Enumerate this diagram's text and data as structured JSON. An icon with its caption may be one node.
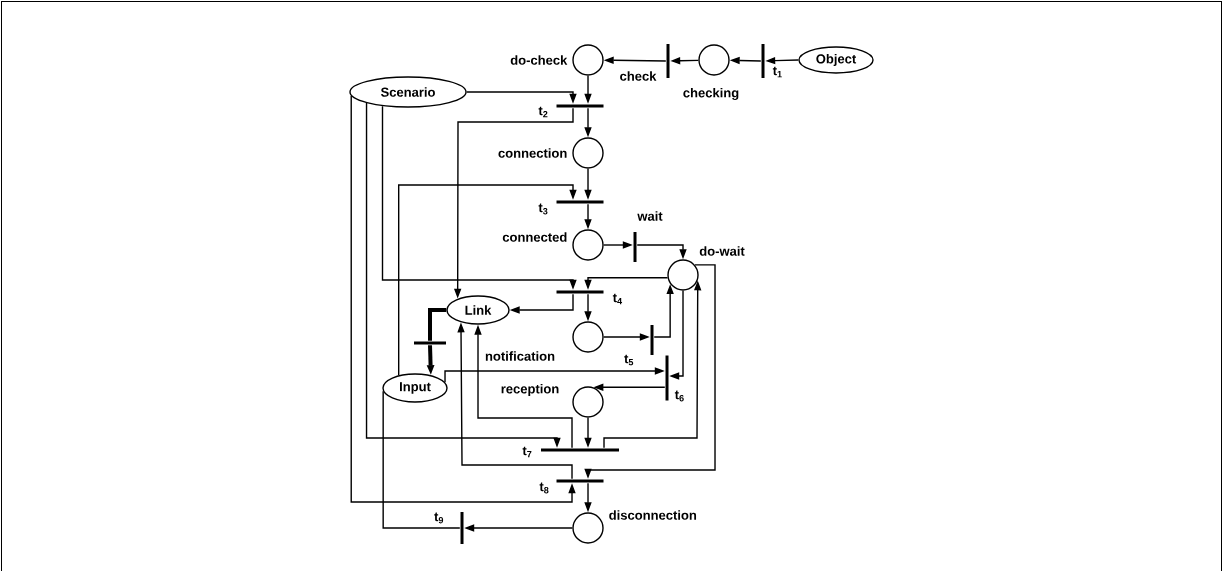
{
  "diagram": {
    "nodes": [
      {
        "text": [
          "Object"
        ]
      },
      {
        "text": [],
        "shape": "bar",
        "beside": [
          "t$_{1}$"
        ]
      },
      {
        "text": [],
        "shape": "circle",
        "beside": [
          "checking"
        ]
      },
      {
        "text": [],
        "shape": "bar",
        "beside": [
          "check"
        ]
      },
      {
        "text": [],
        "shape": "circle",
        "beside": [
          "do-check"
        ]
      },
      {
        "text": [
          "Scenario"
        ]
      },
      {
        "text": [],
        "shape": "bar",
        "beside": [
          "t$_{2}$"
        ]
      },
      {
        "text": [],
        "shape": "circle",
        "beside": [
          "connection"
        ]
      },
      {
        "text": [],
        "shape": "bar",
        "beside": [
          "t$_{3}$"
        ]
      },
      {
        "text": [],
        "shape": "circle",
        "beside": [
          "connected"
        ]
      },
      {
        "text": [],
        "shape": "bar",
        "beside": [
          "wait"
        ]
      },
      {
        "text": [],
        "shape": "circle",
        "beside": [
          "do-wait"
        ]
      },
      {
        "text": [],
        "shape": "bar",
        "beside": [
          "t$_{4}$"
        ]
      },
      {
        "text": [
          "Link"
        ]
      },
      {
        "text": [],
        "shape": "circle",
        "beside": [
          "notification"
        ]
      },
      {
        "text": [],
        "shape": "bar",
        "beside": [
          "t$_{5}$"
        ]
      },
      {
        "text": [],
        "shape": "bar"
      },
      {
        "text": [
          "Input"
        ]
      },
      {
        "text": [],
        "shape": "bar",
        "beside": [
          "t$_{6}$"
        ]
      },
      {
        "text": [],
        "shape": "circle",
        "beside": [
          "reception"
        ]
      },
      {
        "text": [],
        "shape": "bar",
        "beside": [
          "t$_{7}$"
        ]
      },
      {
        "text": [],
        "shape": "bar",
        "beside": [
          "t$_{8}$"
        ]
      },
      {
        "text": [],
        "shape": "circle",
        "beside": [
          "disconnection"
        ]
      },
      {
        "text": [],
        "shape": "bar",
        "beside": [
          "t$_{9}$"
        ]
      }
    ],
    "edges": [
      {
        "from": 0,
        "to": 1,
        "arrow": "to"
      },
      {
        "from": 1,
        "to": 2,
        "arrow": "to"
      },
      {
        "from": 2,
        "to": 3,
        "arrow": "to"
      },
      {
        "from": 3,
        "to": 4,
        "arrow": "to"
      },
      {
        "from": 4,
        "to": 6,
        "arrow": "to"
      },
      {
        "from": 5,
        "to": 6,
        "arrow": "to"
      },
      {
        "from": 6,
        "to": 13,
        "arrow": "to"
      },
      {
        "from": 6,
        "to": 7,
        "arrow": "to"
      },
      {
        "from": 7,
        "to": 8,
        "arrow": "to"
      },
      {
        "from": 17,
        "to": 8,
        "arrow": "to"
      },
      {
        "from": 8,
        "to": 9,
        "arrow": "to"
      },
      {
        "from": 9,
        "to": 10,
        "arrow": "to"
      },
      {
        "from": 10,
        "to": 11,
        "arrow": "to"
      },
      {
        "from": 5,
        "to": 12,
        "arrow": "to"
      },
      {
        "from": 11,
        "to": 12,
        "arrow": "to"
      },
      {
        "from": 12,
        "to": 13,
        "arrow": "to"
      },
      {
        "from": 12,
        "to": 14,
        "arrow": "to"
      },
      {
        "from": 14,
        "to": 15,
        "arrow": "to"
      },
      {
        "from": 15,
        "to": 11,
        "arrow": "to"
      },
      {
        "from": 13,
        "to": 16,
        "arrow": "none",
        "style": "thick"
      },
      {
        "from": 16,
        "to": 17,
        "arrow": "to",
        "style": "thick"
      },
      {
        "from": 17,
        "to": 18,
        "arrow": "to"
      },
      {
        "from": 11,
        "to": 18,
        "arrow": "to"
      },
      {
        "from": 18,
        "to": 19,
        "arrow": "to"
      },
      {
        "from": 19,
        "to": 20,
        "arrow": "to"
      },
      {
        "from": 5,
        "to": 20,
        "arrow": "to"
      },
      {
        "from": 20,
        "to": 13,
        "arrow": "to"
      },
      {
        "from": 20,
        "to": 11,
        "arrow": "to"
      },
      {
        "from": 11,
        "to": 21,
        "arrow": "to"
      },
      {
        "from": 21,
        "to": 13,
        "arrow": "to"
      },
      {
        "from": 5,
        "to": 21,
        "arrow": "to"
      },
      {
        "from": 21,
        "to": 22,
        "arrow": "to"
      },
      {
        "from": 22,
        "to": 23,
        "arrow": "to"
      },
      {
        "from": 23,
        "to": 17,
        "arrow": "none"
      }
    ]
  }
}
